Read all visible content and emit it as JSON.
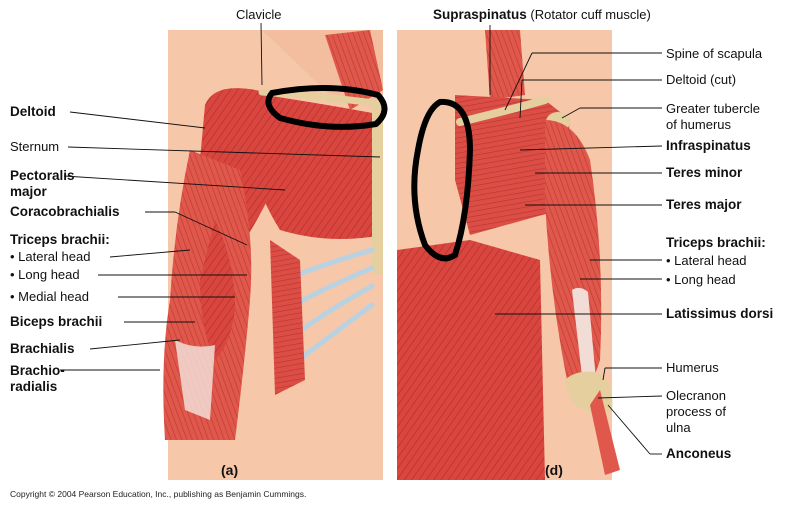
{
  "figure": {
    "panels": [
      "(a)",
      "(d)"
    ],
    "copyright": "Copyright © 2004 Pearson Education, Inc., publishing as Benjamin Cummings.",
    "colors": {
      "muscle": "#d9463f",
      "muscle_light": "#ef8f7a",
      "skin": "#f6c7a8",
      "bone": "#e6cf9f",
      "cartilage": "#b8d2e2",
      "annotation": "#000000"
    }
  },
  "left_labels": {
    "clavicle": "Clavicle",
    "deltoid": "Deltoid",
    "sternum": "Sternum",
    "pectoralis_1": "Pectoralis",
    "pectoralis_2": "major",
    "coracobrachialis": "Coracobrachialis",
    "triceps_title": "Triceps brachii:",
    "lateral_head": "• Lateral head",
    "long_head": "• Long head",
    "medial_head": "• Medial head",
    "biceps": "Biceps brachii",
    "brachialis": "Brachialis",
    "brachioradialis_1": "Brachio-",
    "brachioradialis_2": "radialis"
  },
  "right_labels": {
    "supraspinatus": "Supraspinatus",
    "supraspinatus_note": "(Rotator cuff muscle)",
    "spine_scapula": "Spine of scapula",
    "deltoid_cut": "Deltoid (cut)",
    "greater_tubercle_1": "Greater tubercle",
    "greater_tubercle_2": "of humerus",
    "infraspinatus": "Infraspinatus",
    "teres_minor": "Teres minor",
    "teres_major": "Teres major",
    "triceps_title": "Triceps brachii:",
    "lateral_head": "• Lateral head",
    "long_head": "• Long head",
    "latissimus": "Latissimus dorsi",
    "humerus": "Humerus",
    "olecranon_1": "Olecranon",
    "olecranon_2": "process of",
    "olecranon_3": "ulna",
    "anconeus": "Anconeus"
  }
}
